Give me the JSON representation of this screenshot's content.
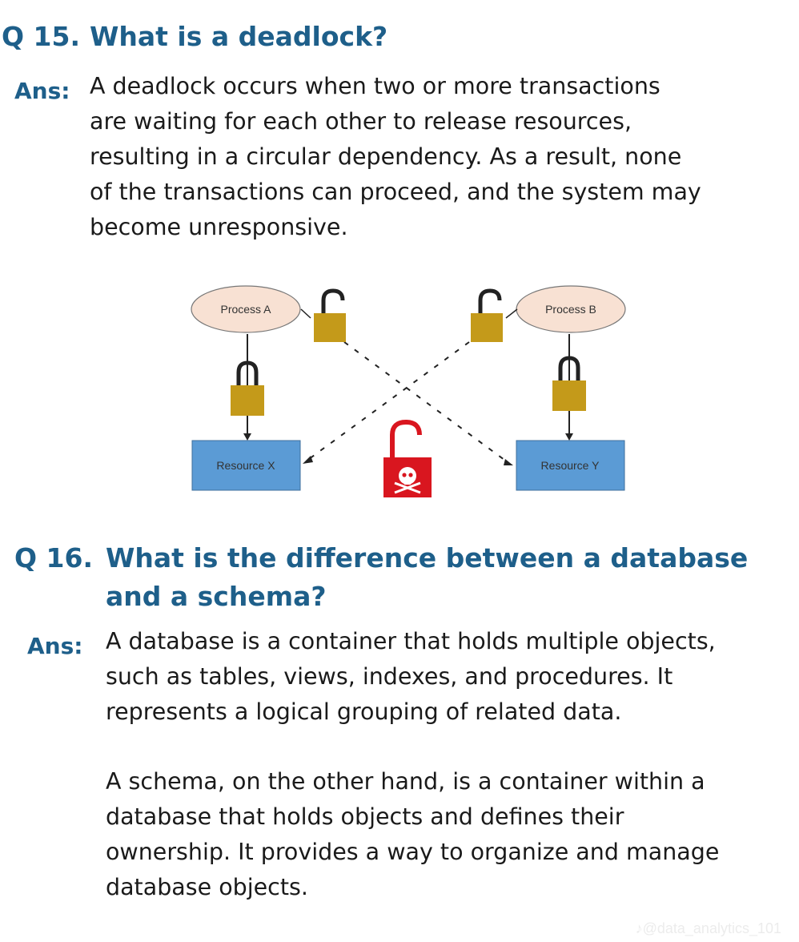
{
  "q15": {
    "number": "Q 15.",
    "question": "What is a deadlock?",
    "ans_label": "Ans:",
    "answer_lines": [
      "A deadlock occurs when two or more transactions",
      "are waiting for each other to release resources,",
      "resulting in a circular dependency. As a result, none",
      "of the transactions can proceed, and the system may",
      "become unresponsive."
    ]
  },
  "diagram": {
    "process_a": "Process A",
    "process_b": "Process B",
    "resource_x": "Resource X",
    "resource_y": "Resource Y",
    "icons": [
      "lock-open-icon",
      "lock-closed-icon",
      "skull-lock-icon"
    ],
    "colors": {
      "process_fill": "#f8e1d3",
      "resource_fill": "#5b9bd5",
      "lock_body": "#c49a1a",
      "skull_lock": "#d9161f"
    }
  },
  "q16": {
    "number": "Q 16.",
    "question_lines": [
      "What is the difference between a database",
      "and a schema?"
    ],
    "ans_label": "Ans:",
    "paragraph1_lines": [
      "A database is a container that holds multiple objects,",
      "such as tables, views, indexes, and procedures. It",
      "represents a logical grouping of related data."
    ],
    "paragraph2_lines": [
      "A schema, on the other hand, is a container within a",
      "database that holds objects and defines their",
      "ownership. It provides a way to organize and manage",
      "database objects."
    ]
  },
  "watermark": "♪@data_analytics_101"
}
